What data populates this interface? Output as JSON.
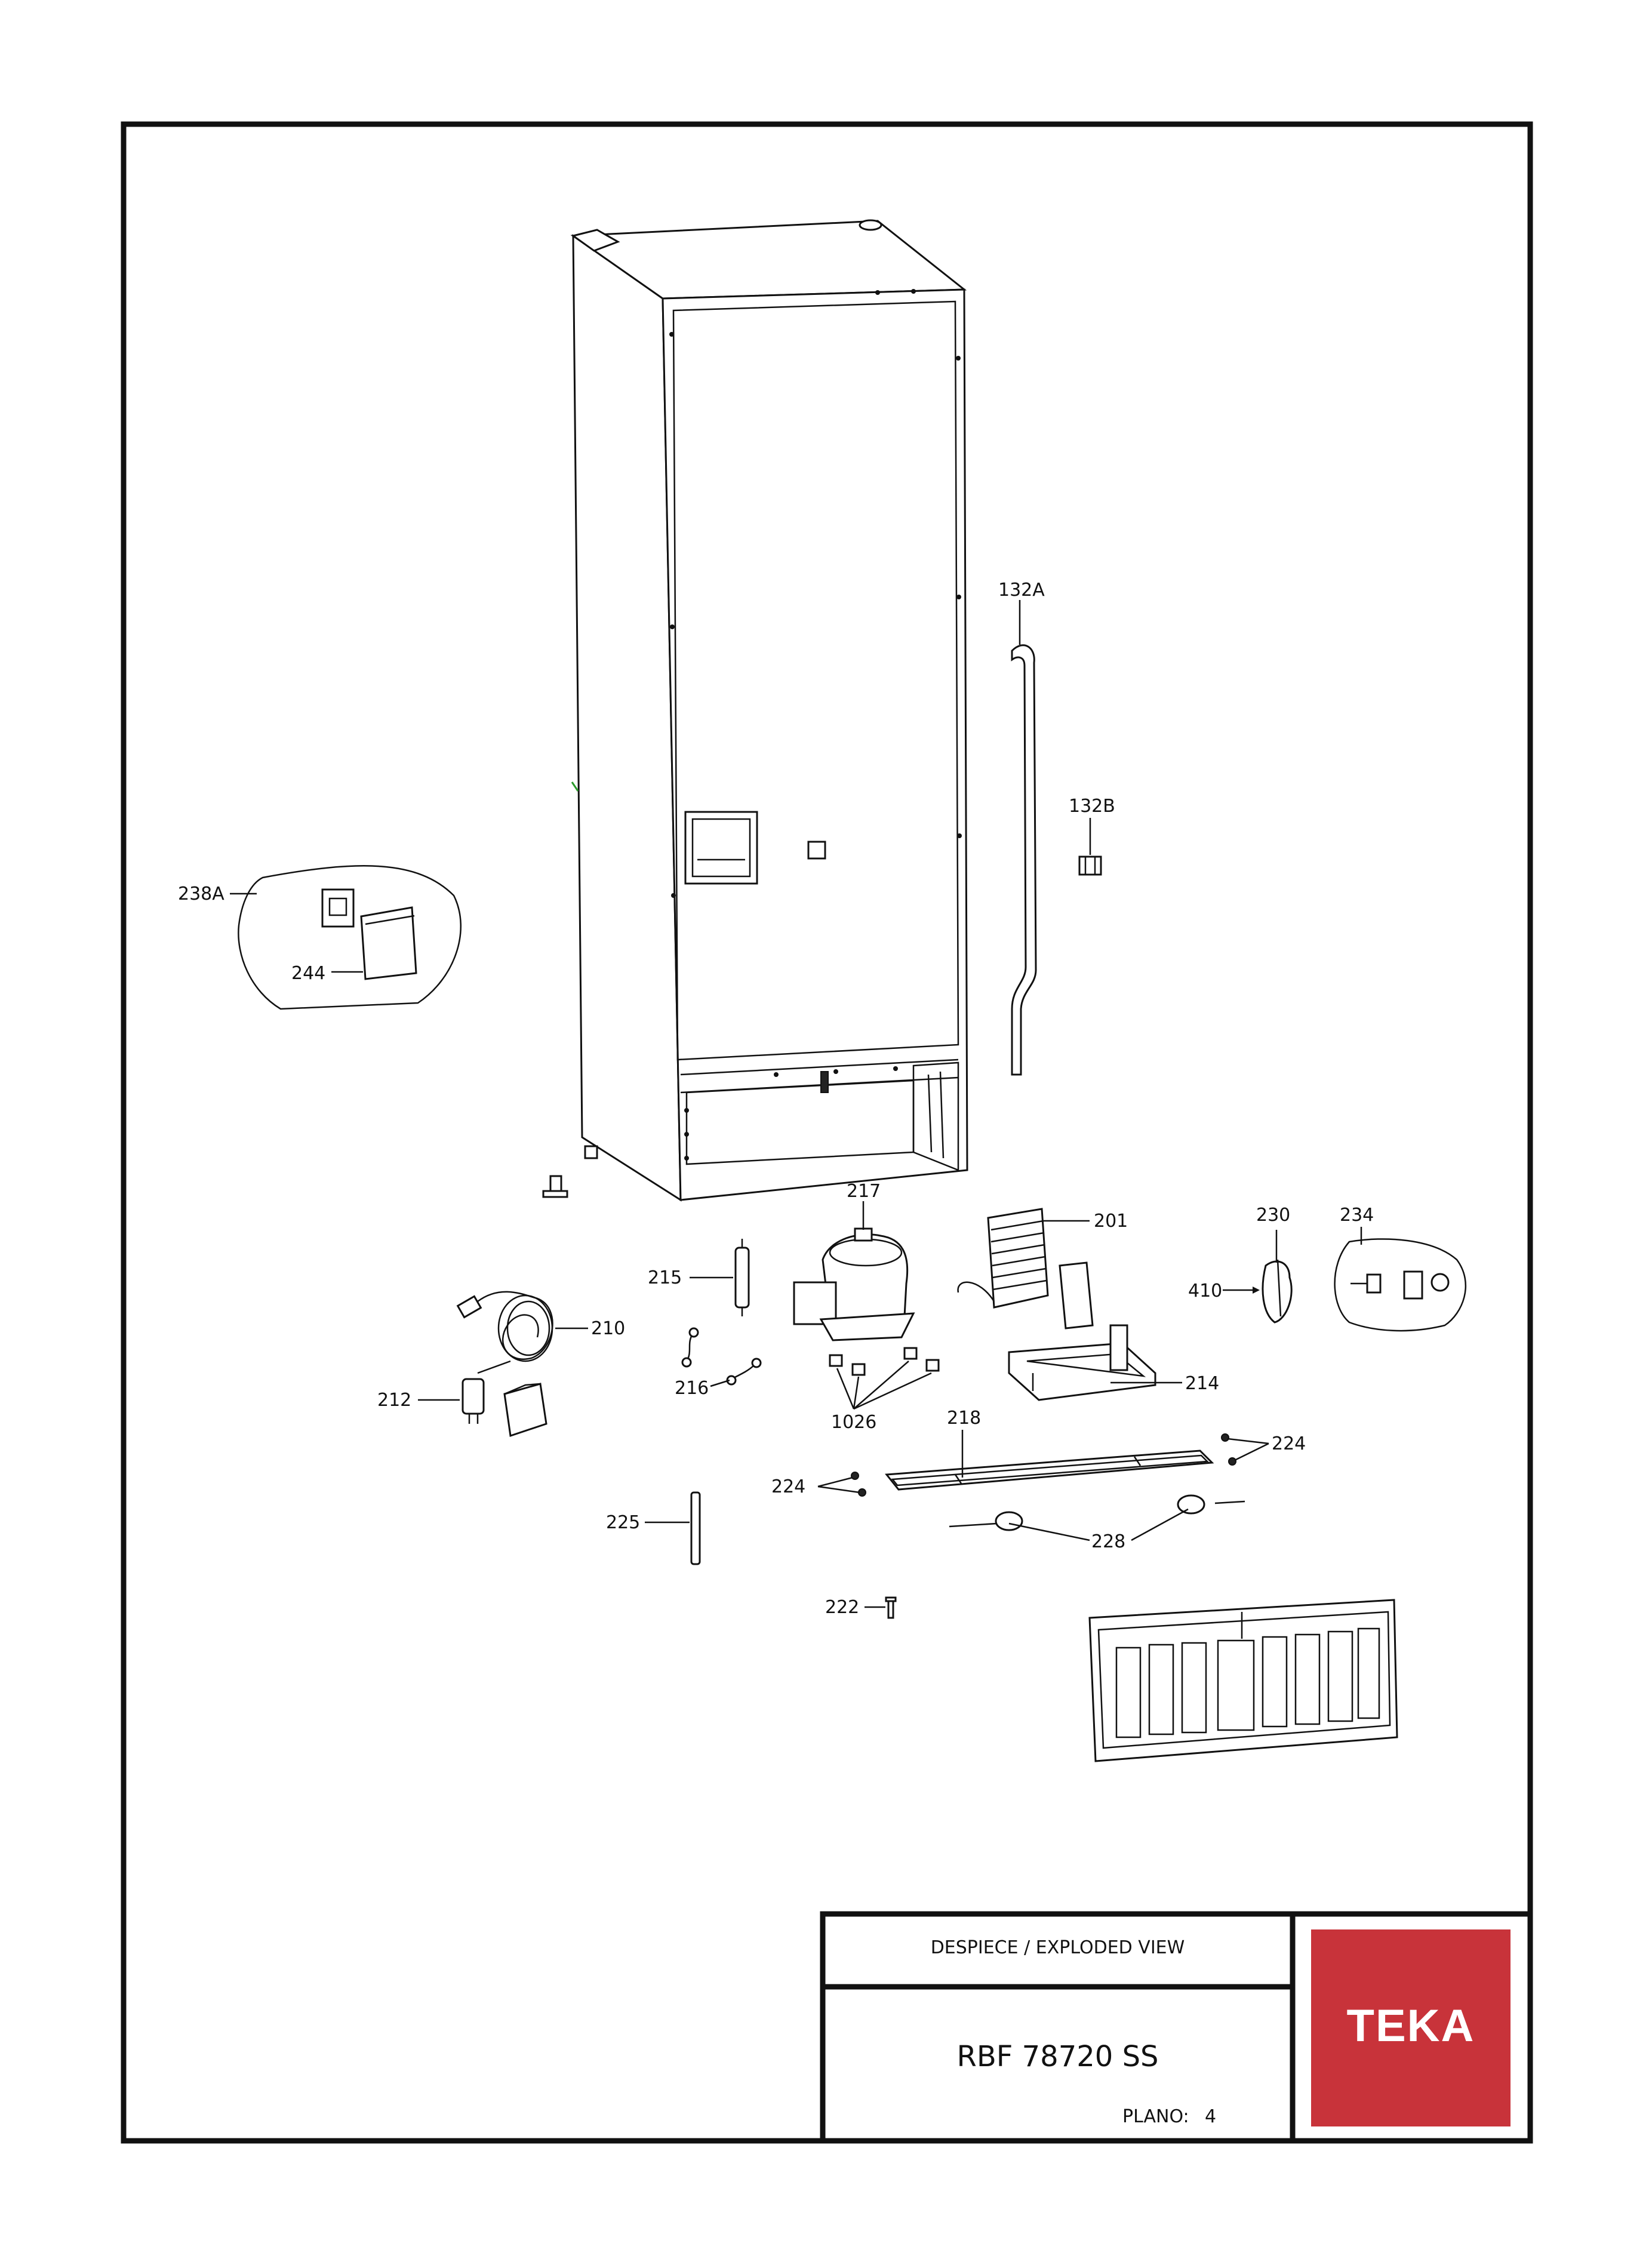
{
  "title_block": {
    "header": "DESPIECE / EXPLODED VIEW",
    "model": "RBF 78720 SS",
    "sheet_label": "PLANO:",
    "sheet_number": "4"
  },
  "brand": {
    "logo_text": "TEKA",
    "color": "#c8333a"
  },
  "part_labels": {
    "p132A": "132A",
    "p132B": "132B",
    "p238A": "238A",
    "p244": "244",
    "p217": "217",
    "p201": "201",
    "p230": "230",
    "p234": "234",
    "p410": "410",
    "p215": "215",
    "p210": "210",
    "p212": "212",
    "p216": "216",
    "p1026": "1026",
    "p214": "214",
    "p218": "218",
    "p224a": "224",
    "p224b": "224",
    "p225": "225",
    "p228": "228",
    "p222": "222"
  }
}
